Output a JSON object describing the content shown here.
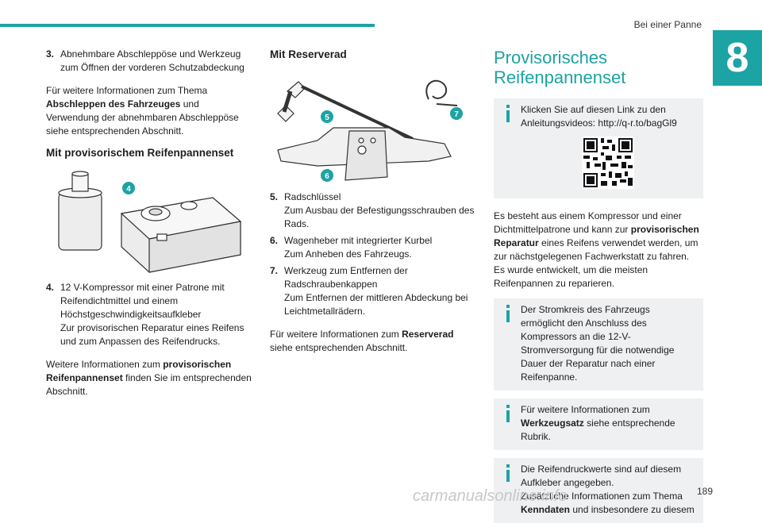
{
  "header": {
    "section": "Bei einer Panne",
    "chapter": "8"
  },
  "col1": {
    "item3": {
      "num": "3.",
      "text": "Abnehmbare Abschleppöse und Werkzeug zum Öffnen der vorderen Schutzabdeckung"
    },
    "para1": {
      "a": "Für weitere Informationen zum Thema ",
      "b": "Abschleppen des Fahrzeuges",
      "c": " und Verwendung der abnehmbaren Abschleppöse siehe entsprechenden Abschnitt."
    },
    "heading": "Mit provisorischem Reifenpannenset",
    "fig_badge": "4",
    "item4": {
      "num": "4.",
      "line1": "12 V-Kompressor mit einer Patrone mit Reifendichtmittel und einem Höchstgeschwindigkeitsaufkleber",
      "line2": "Zur provisorischen Reparatur eines Reifens und zum Anpassen des Reifendrucks."
    },
    "para2": {
      "a": "Weitere Informationen zum ",
      "b": "provisorischen Reifenpannenset",
      "c": " finden Sie im entsprechenden Abschnitt."
    }
  },
  "col2": {
    "heading": "Mit Reserverad",
    "badges": {
      "b5": "5",
      "b6": "6",
      "b7": "7"
    },
    "item5": {
      "num": "5.",
      "line1": "Radschlüssel",
      "line2": "Zum Ausbau der Befestigungsschrauben des Rads."
    },
    "item6": {
      "num": "6.",
      "line1": "Wagenheber mit integrierter Kurbel",
      "line2": "Zum Anheben des Fahrzeugs."
    },
    "item7": {
      "num": "7.",
      "line1": "Werkzeug zum Entfernen der Radschraubenkappen",
      "line2": "Zum Entfernen der mittleren Abdeckung bei Leichtmetallrädern."
    },
    "para": {
      "a": "Für weitere Informationen zum ",
      "b": "Reserverad",
      "c": " siehe entsprechenden Abschnitt."
    }
  },
  "col3": {
    "title": "Provisorisches Reifenpannenset",
    "note1": "Klicken Sie auf diesen Link zu den Anleitungsvideos: http://q-r.to/bagGl9",
    "para": {
      "a": "Es besteht aus einem Kompressor und einer Dichtmittelpatrone und kann zur ",
      "b": "provisorischen Reparatur",
      "c": " eines Reifens verwendet werden, um zur nächstgelegenen Fachwerkstatt zu fahren.",
      "d": "Es wurde entwickelt, um die meisten Reifenpannen zu reparieren."
    },
    "note2": "Der Stromkreis des Fahrzeugs ermöglicht den Anschluss des Kompressors an die 12-V-Stromversorgung für die notwendige Dauer der Reparatur nach einer Reifenpanne.",
    "note3": {
      "a": "Für weitere Informationen zum ",
      "b": "Werkzeugsatz",
      "c": " siehe entsprechende Rubrik."
    },
    "note4": {
      "a": "Die Reifendruckwerte sind auf diesem Aufkleber angegeben.",
      "b": "Zusätzliche Informationen zum Thema ",
      "c": "Kenndaten",
      "d": " und insbesondere zu diesem"
    }
  },
  "footer": {
    "page": "189",
    "watermark": "carmanualsonline.info"
  },
  "colors": {
    "accent": "#1ca3a3",
    "note_bg": "#eef0f1"
  }
}
